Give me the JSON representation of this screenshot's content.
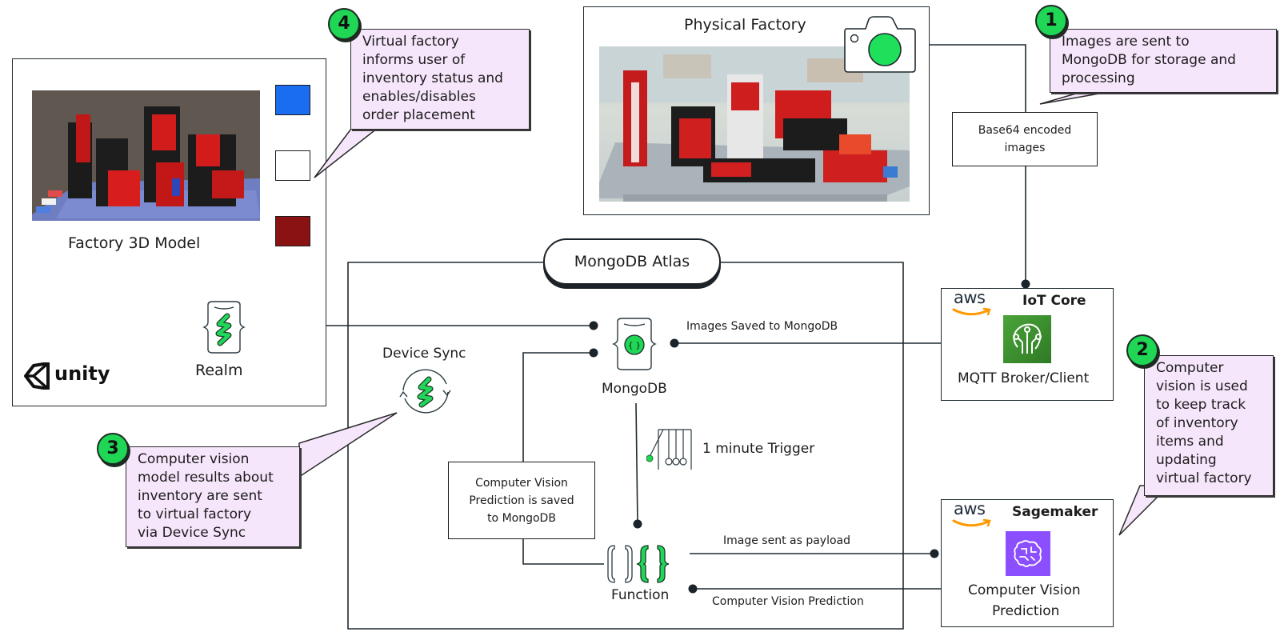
{
  "colors": {
    "accent_green": "#1fd655",
    "callout_fill": "#f6e6fb",
    "aws_orange": "#ff9900",
    "iot_green": "#3d8b2f",
    "sagemaker_purple": "#8c4fff",
    "swatch_blue": "#1a6cf0",
    "swatch_white": "#ffffff",
    "swatch_red": "#8b1212"
  },
  "virtual_factory": {
    "model_label": "Factory 3D Model",
    "realm_label": "Realm",
    "unity_label": "unity",
    "swatches": [
      "blue",
      "white",
      "red"
    ]
  },
  "physical_factory": {
    "title": "Physical Factory",
    "camera_icon": "camera-icon"
  },
  "base64_box": {
    "line1": "Base64 encoded",
    "line2": "images"
  },
  "iot_core": {
    "vendor": "aws",
    "title": "IoT Core",
    "caption": "MQTT Broker/Client"
  },
  "sagemaker": {
    "vendor": "aws",
    "title": "Sagemaker",
    "caption_line1": "Computer Vision",
    "caption_line2": "Prediction"
  },
  "atlas": {
    "title": "MongoDB Atlas",
    "mongodb_label": "MongoDB",
    "device_sync_label": "Device Sync",
    "function_label": "Function",
    "trigger_label": "1 minute Trigger",
    "cv_saved_box": [
      "Computer Vision",
      "Prediction is saved",
      "to MongoDB"
    ]
  },
  "edges": {
    "images_saved": "Images Saved to MongoDB",
    "image_payload": "Image sent as payload",
    "cv_prediction": "Computer Vision Prediction"
  },
  "callouts": [
    {
      "number": "1",
      "lines": [
        "Images are sent to",
        "MongoDB for storage and",
        "processing"
      ]
    },
    {
      "number": "2",
      "lines": [
        "Computer",
        "vision is used",
        "to keep track",
        "of inventory",
        "items and",
        "updating",
        "virtual factory"
      ]
    },
    {
      "number": "3",
      "lines": [
        "Computer vision",
        "model results about",
        "inventory are sent",
        "to virtual factory",
        "via Device Sync"
      ]
    },
    {
      "number": "4",
      "lines": [
        "Virtual factory",
        "informs user of",
        "inventory status and",
        "enables/disables",
        "order placement"
      ]
    }
  ]
}
